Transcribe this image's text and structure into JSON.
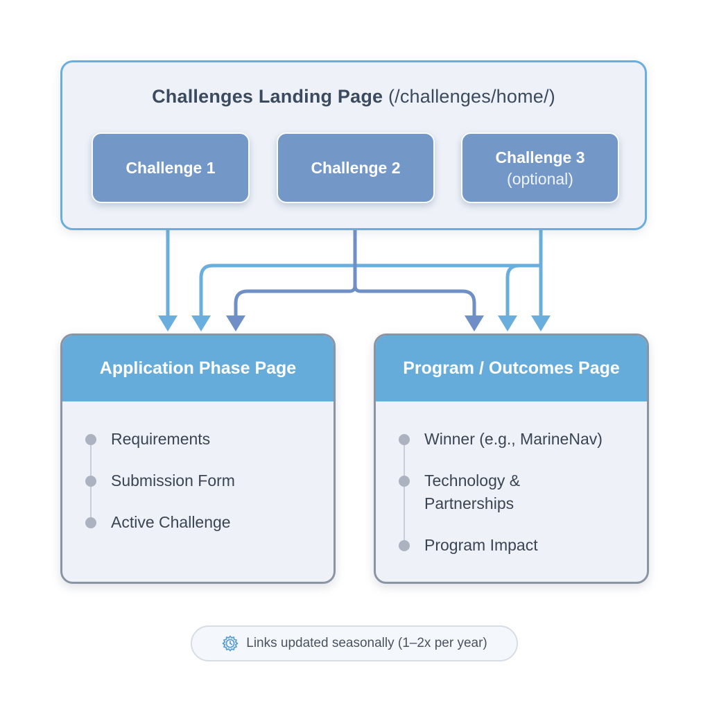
{
  "landing": {
    "title": "Challenges Landing Page",
    "path": "(/challenges/home/)",
    "challenges": [
      {
        "name": "Challenge 1",
        "note": ""
      },
      {
        "name": "Challenge 2",
        "note": ""
      },
      {
        "name": "Challenge 3",
        "note": "(optional)"
      }
    ]
  },
  "application": {
    "title": "Application Phase Page",
    "items": [
      "Requirements",
      "Submission Form",
      "Active Challenge"
    ]
  },
  "program": {
    "title": "Program / Outcomes Page",
    "items": [
      "Winner (e.g., MarineNav)",
      "Technology & Partnerships",
      "Program Impact"
    ]
  },
  "footer": {
    "icon": "gear-clock-icon",
    "note": "Links updated seasonally (1–2x per year)"
  },
  "colors": {
    "landing_border": "#6aaedd",
    "challenge_fill": "#7398c8",
    "header_fill": "#65acdb",
    "arrow_light": "#6aaedd",
    "arrow_dark": "#6f8fc6"
  }
}
